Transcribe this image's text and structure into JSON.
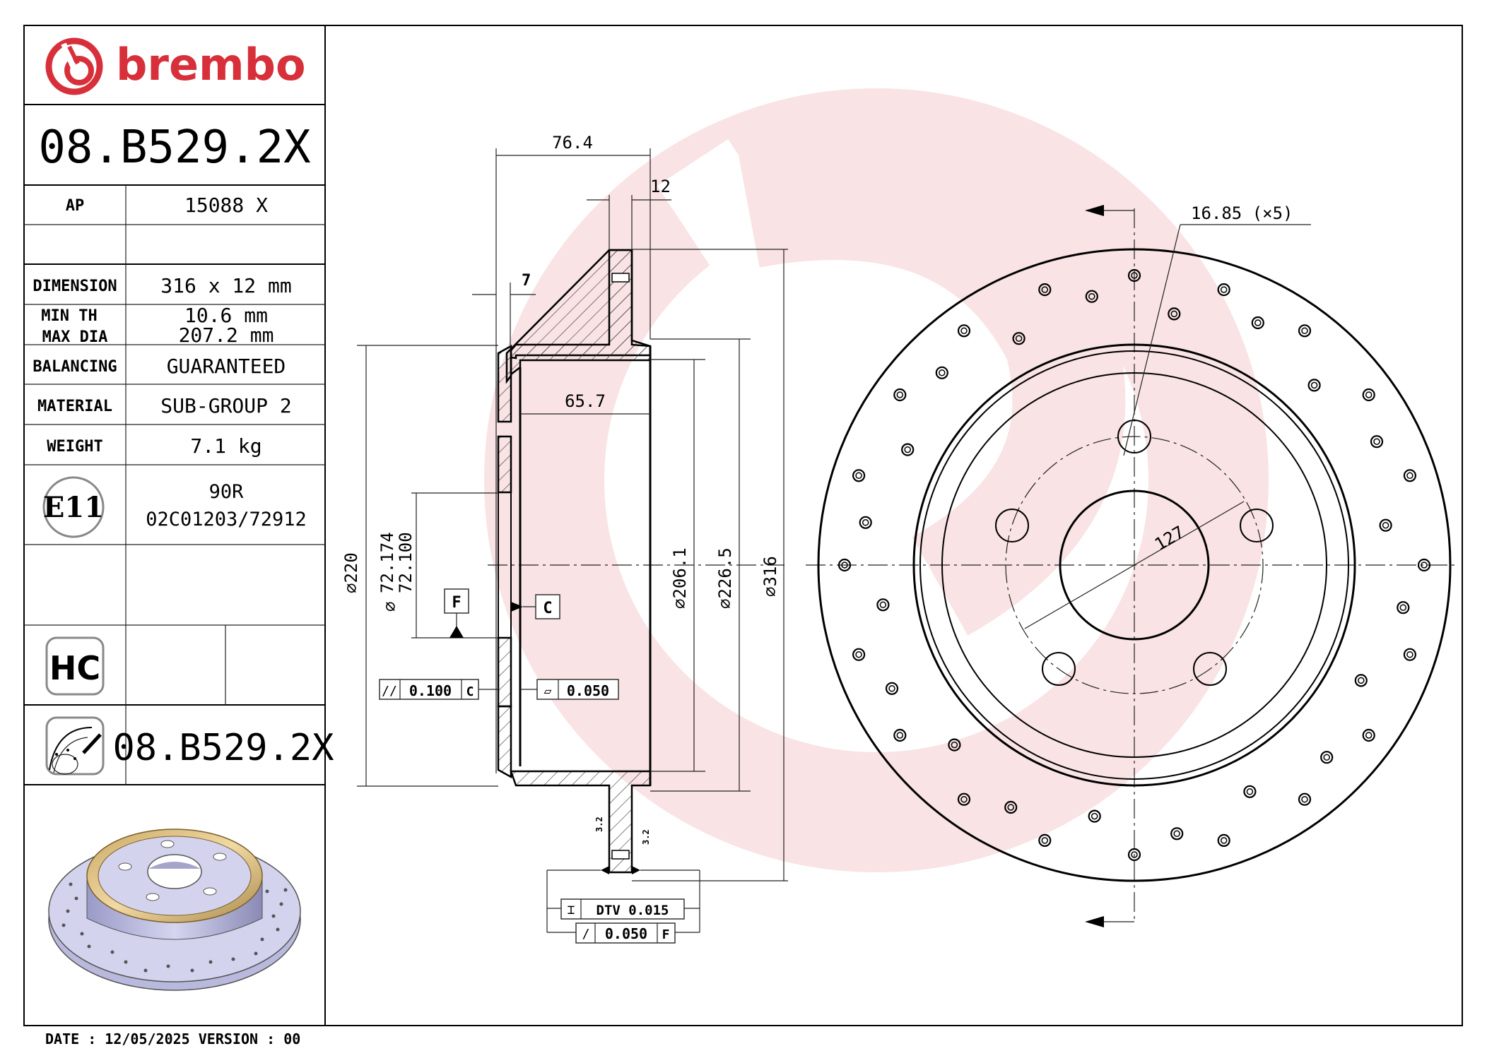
{
  "brand": {
    "name": "brembo",
    "color": "#d8303a"
  },
  "part_number": "08.B529.2X",
  "spec_table": [
    {
      "label": "AP",
      "value": "15088 X"
    },
    {
      "label": "",
      "value": ""
    },
    {
      "label": "DIMENSION",
      "value": "316 x 12 mm"
    },
    {
      "label": "MIN TH",
      "label2": "MAX DIA",
      "value": "10.6 mm",
      "value2": "207.2 mm"
    },
    {
      "label": "BALANCING",
      "value": "GUARANTEED"
    },
    {
      "label": "MATERIAL",
      "value": "SUB-GROUP 2"
    },
    {
      "label": "WEIGHT",
      "value": "7.1 kg"
    }
  ],
  "approval": {
    "mark": "E11",
    "regulation": "90R",
    "number": "02C01203/72912"
  },
  "hc_badge": "HC",
  "bottom_part_number": "08.B529.2X",
  "footer": {
    "date_label": "DATE :",
    "date": "12/05/2025",
    "version_label": "VERSION :",
    "version": "00"
  },
  "section_view": {
    "dims": {
      "overall_height": "76.4",
      "disc_thickness": "12",
      "hub_thickness": "7",
      "hat_depth": "65.7",
      "dia_220": "220",
      "bore_max": "72.174",
      "bore_min": "72.100",
      "dia_206": "206.1",
      "dia_226": "226.5",
      "dia_316": "316",
      "roughness_1": "3.2",
      "roughness_2": "3.2"
    },
    "datums": {
      "f": "F",
      "c": "C"
    },
    "tolerances": {
      "parallelism": {
        "symbol": "//",
        "value": "0.100",
        "datum": "C"
      },
      "flatness": {
        "symbol": "▱",
        "value": "0.050"
      },
      "dtv": {
        "label": "DTV",
        "value": "0.015"
      },
      "runout": {
        "symbol": "/",
        "value": "0.050",
        "datum": "F"
      }
    }
  },
  "front_view": {
    "bolt_hole_callout": "16.85 (×5)",
    "pcd": "127",
    "drill_holes": 40
  },
  "symbols": {
    "diameter": "⌀"
  }
}
